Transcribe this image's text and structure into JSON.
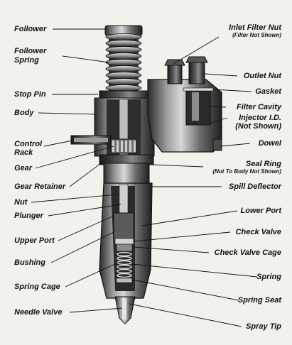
{
  "labels": {
    "follower": "Follower",
    "follower_spring_1": "Follower",
    "follower_spring_2": "Spring",
    "stop_pin": "Stop Pin",
    "body": "Body",
    "control_rack_1": "Control",
    "control_rack_2": "Rack",
    "gear": "Gear",
    "gear_retainer": "Gear Retainer",
    "nut": "Nut",
    "plunger": "Plunger",
    "upper_port": "Upper Port",
    "bushing": "Bushing",
    "spring_cage": "Spring Cage",
    "needle_valve": "Needle Valve",
    "inlet_filter_nut": "Inlet Filter Nut",
    "inlet_filter_note": "(Filter Not Shown)",
    "outlet_nut": "Outlet Nut",
    "gasket": "Gasket",
    "filter_cavity": "Filter Cavity",
    "injector_id_1": "Injector I.D.",
    "injector_id_2": "(Not Shown)",
    "dowel": "Dowel",
    "seal_ring": "Seal Ring",
    "seal_ring_note": "(Nut To Body Not Shown)",
    "spill_deflector": "Spill Deflector",
    "lower_port": "Lower Port",
    "check_valve": "Check Valve",
    "check_valve_cage": "Check Valve Cage",
    "spring": "Spring",
    "spring_seat": "Spring Seat",
    "spray_tip": "Spray Tip"
  },
  "colors": {
    "background": "#f3f1ec",
    "metal_dark": "#2a2a2a",
    "metal_mid": "#7a7a7a",
    "metal_light": "#c9c9c9",
    "leader": "#111111"
  }
}
